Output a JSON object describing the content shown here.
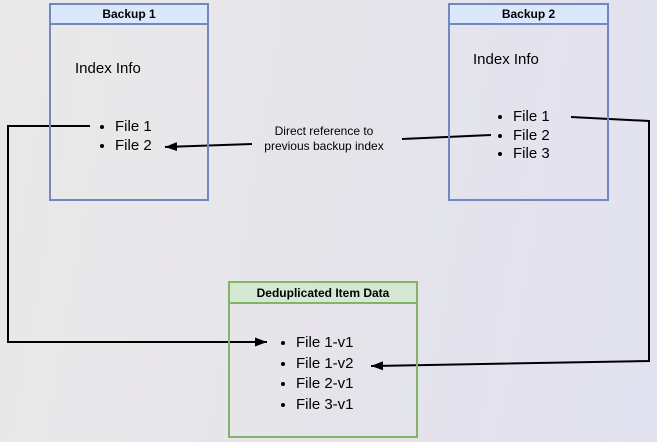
{
  "backup1": {
    "title": "Backup 1",
    "subtitle": "Index Info",
    "files": [
      "File 1",
      "File 2"
    ]
  },
  "backup2": {
    "title": "Backup 2",
    "subtitle": "Index Info",
    "files": [
      "File 1",
      "File 2",
      "File 3"
    ]
  },
  "dedup": {
    "title": "Deduplicated Item Data",
    "items": [
      "File 1-v1",
      "File 1-v2",
      "File 2-v1",
      "File 3-v1"
    ]
  },
  "edge_label": {
    "line1": "Direct reference to",
    "line2": "previous backup index"
  },
  "colors": {
    "blue_fill": "#dae8fc",
    "blue_border": "#7088bf",
    "green_fill": "#d5e8d4",
    "green_border": "#82b366",
    "arrow": "#000000"
  }
}
